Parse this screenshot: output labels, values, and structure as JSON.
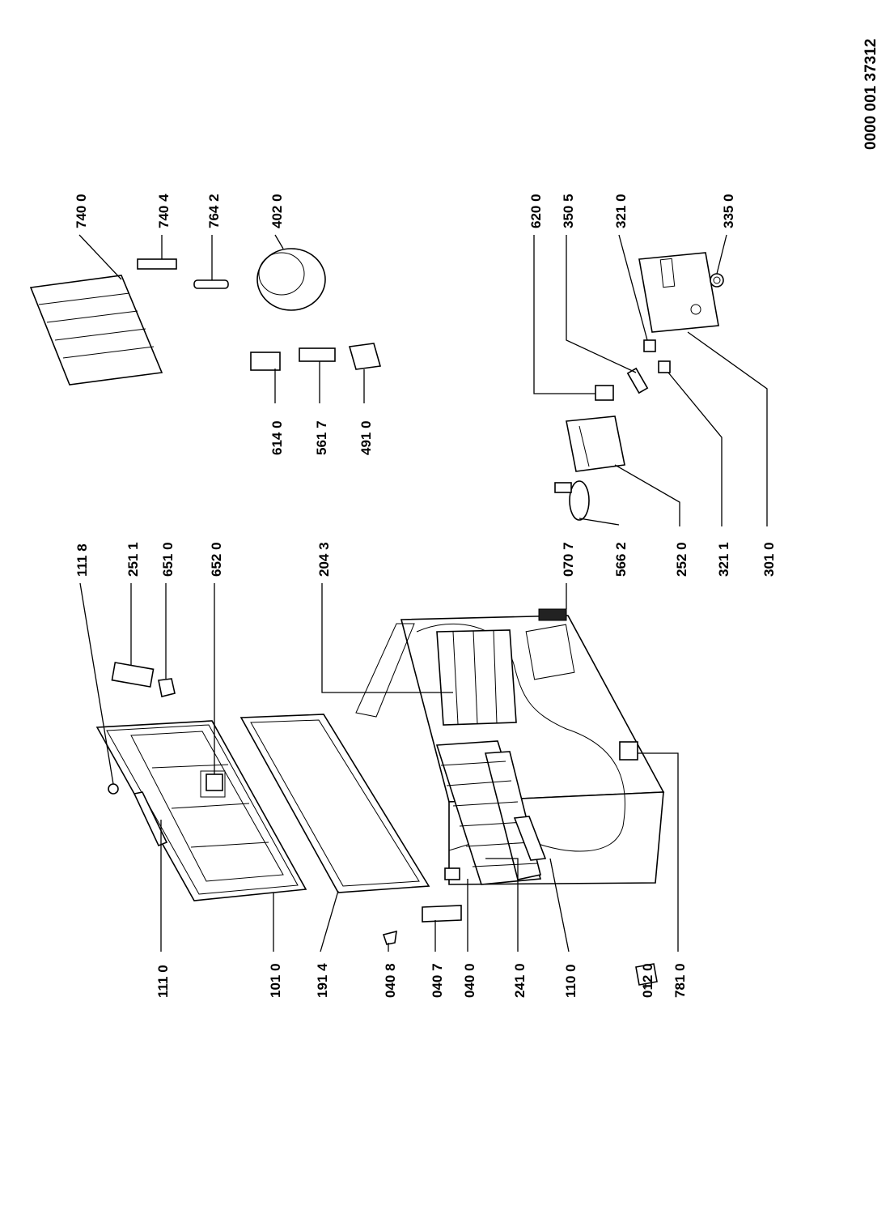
{
  "document_number": "0000 001 37312",
  "callouts": {
    "c1110": "111 0",
    "c1010": "101 0",
    "c1914": "191 4",
    "c0408": "040 8",
    "c0407": "040 7",
    "c0400": "040 0",
    "c2410": "241 0",
    "c1100": "110 0",
    "c0120": "012 0",
    "c7810": "781 0",
    "c1118": "111 8",
    "c2511": "251 1",
    "c6510": "651 0",
    "c6520": "652 0",
    "c2043": "204 3",
    "c0707": "070 7",
    "c5662": "566 2",
    "c2520": "252 0",
    "c3211": "321 1",
    "c3010": "301 0",
    "c6140": "614 0",
    "c5617": "561 7",
    "c4910": "491 0",
    "c7400": "740 0",
    "c7404": "740 4",
    "c7642": "764 2",
    "c4020": "402 0",
    "c6200": "620 0",
    "c3505": "350 5",
    "c3210": "321 0",
    "c3350": "335 0"
  }
}
